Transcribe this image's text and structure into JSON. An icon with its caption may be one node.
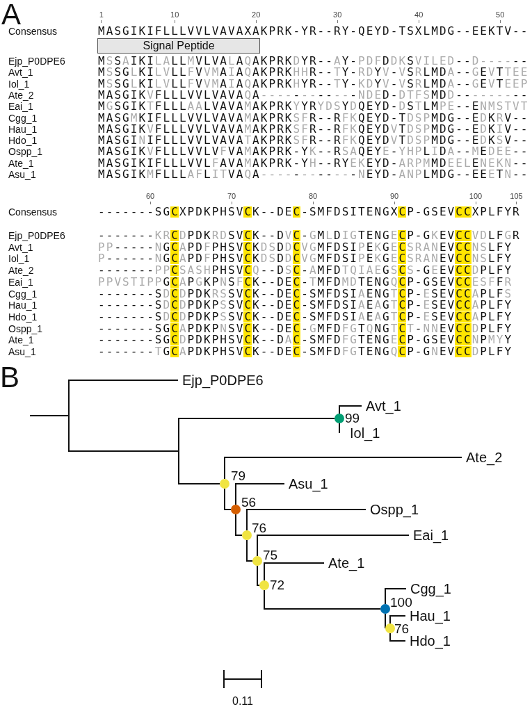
{
  "diagram": {
    "nodes": [
      {
        "text": [
          "Signal Peptide"
        ]
      },
      {
        "text": [
          "Ejp_P0DPE6"
        ]
      },
      {
        "text": [
          "Avt_1"
        ]
      },
      {
        "text": [],
        "shape": "circle",
        "beside": [
          "99"
        ]
      },
      {
        "text": [
          "Iol_1"
        ]
      },
      {
        "text": [
          "Ate_2"
        ]
      },
      {
        "text": [],
        "shape": "circle",
        "beside": [
          "79"
        ]
      },
      {
        "text": [
          "Asu_1"
        ]
      },
      {
        "text": [],
        "shape": "circle",
        "beside": [
          "56"
        ]
      },
      {
        "text": [
          "Ospp_1"
        ]
      },
      {
        "text": [],
        "shape": "circle",
        "beside": [
          "76"
        ]
      },
      {
        "text": [
          "Eai_1"
        ]
      },
      {
        "text": [],
        "shape": "circle",
        "beside": [
          "75"
        ]
      },
      {
        "text": [
          "Ate_1"
        ]
      },
      {
        "text": [],
        "shape": "circle",
        "beside": [
          "72"
        ]
      },
      {
        "text": [
          "Cgg_1"
        ]
      },
      {
        "text": [],
        "shape": "circle",
        "beside": [
          "100"
        ]
      },
      {
        "text": [
          "Hau_1"
        ]
      },
      {
        "text": [],
        "shape": "circle",
        "beside": [
          "76"
        ]
      },
      {
        "text": [
          "Hdo_1"
        ]
      }
    ],
    "edges": [
      {
        "from": null,
        "to": 1,
        "arrow": "none"
      },
      {
        "from": null,
        "to": 3,
        "arrow": "none"
      },
      {
        "from": null,
        "to": 6,
        "arrow": "none"
      },
      {
        "from": 3,
        "to": 2,
        "arrow": "none"
      },
      {
        "from": 3,
        "to": 4,
        "arrow": "none"
      },
      {
        "from": 6,
        "to": 5,
        "arrow": "none"
      },
      {
        "from": 6,
        "to": 8,
        "arrow": "none"
      },
      {
        "from": 8,
        "to": 7,
        "arrow": "none"
      },
      {
        "from": 8,
        "to": 10,
        "arrow": "none"
      },
      {
        "from": 10,
        "to": 9,
        "arrow": "none"
      },
      {
        "from": 10,
        "to": 12,
        "arrow": "none"
      },
      {
        "from": 12,
        "to": 11,
        "arrow": "none"
      },
      {
        "from": 12,
        "to": 14,
        "arrow": "none"
      },
      {
        "from": 14,
        "to": 13,
        "arrow": "none"
      },
      {
        "from": 14,
        "to": 16,
        "arrow": "none"
      },
      {
        "from": 16,
        "to": 15,
        "arrow": "none"
      },
      {
        "from": 16,
        "to": 18,
        "arrow": "none"
      },
      {
        "from": 18,
        "to": 17,
        "arrow": "none"
      },
      {
        "from": 18,
        "to": 19,
        "arrow": "none"
      }
    ],
    "labels": [
      "A",
      "1",
      "10",
      "20",
      "30",
      "40",
      "50",
      "Consensus",
      "MASGIKIFLLLVVLVAVAXAKPRK-YR--RY-QEYD-TSXLMDG--EEKTV--",
      "Ejp_P0DPE6",
      "MSSAIKILALLMVLVALAQAKPRKDYR--AY-PDFDDKSVILED--D------",
      "Avt_1",
      "MSSGLKILVLLFVVMAIAQAKPRKHHR--TY-RDYV-VSRLMDA--GEVTTEE",
      "Iol_1",
      "MSSGLKILVLLFVVMAIAQAKPRKHYR--TY-KDYV-VSRLMDA--GEVTEEP",
      "Ate_2",
      "MASGIKVFLLLVVLVAVAQA------------NDED-DTFSMDD---------",
      "Eai_1",
      "MGSGIKTFLLLAALVAVAMAKPRKYYRYDSYDQEYD-DSTLMPE--ENMSTVT",
      "Cgg_1",
      "MASGMKIFLLLVVLVAVAMAKPRKSFR--RFKQEYD-TDSPMDG--EDKRV--",
      "Hau_1",
      "MASGIKVFLLLVVLVAVAMAKPRKSFR--RFKQEYDVTDSPMDG--EDKIV--",
      "Hdo_1",
      "MASGINIFLLLVVLVAVATAKPRKSFR--RFKQEYDVTDSPMDG--EDKSV--",
      "Ospp_1",
      "MASGIKVFLLLVVLVFVAMAKPRK-YK--RSAQEYE-YHPLIDA--MEDEE--",
      "Ate_1",
      "MASGIKIFLLLVVLFAVAMAKPRK-YH--RYEKEYD-ARPMMDEELENEKN--",
      "Asu_1",
      "MASGIKMFLLLAFLITVAQA------------NEYD-ANPLMDG--EEETN--",
      "60",
      "70",
      "80",
      "90",
      "100",
      "105",
      "Consensus",
      "-------SGCXPDKPHSVCK--DEC-SMFDSITENGXCP-GSEVCCXPLFYR",
      "Ejp_P0DPE6",
      "-------KRCDPDKRDSVCK--DVC-GMLDIGTENGECP-GKEVCCVDLFGR",
      "Avt_1",
      "PP-----NGCAPDFPHSVCKDSDDCVGMFDSIPEKGECSRANEVCCNSLFY",
      "Iol_1",
      "P------NGCAPDFPHSVCKDSDDCVGMFDSIPEKGECSRANEVCCNSLFY",
      "Ate_2",
      "-------PPCSASHPHSVCQ--DSC-AMFDTQIAEGSCS-GEEVCCDPLFY",
      "Eai_1",
      "PPVSTIPPGCAPGKPNSFCK--DEC-TMFDMDTENGQCP-GSEVCCESFFR",
      "Cgg_1",
      "-------SDCDPDKRSSVCK--DEC-SMFDSIAENGTCP-ESEVCCAPLFS",
      "Hau_1",
      "-------SDCDPDKPSSVCK--DEC-SMFDSIAEAGTCP-ESEVCCAPLFY",
      "Hdo_1",
      "-------SDCDPDKPSSVCK--DEC-SMFDSIAEAGTCP-ESEVCCAPLFY",
      "Ospp_1",
      "-------SGCAPDKPNSVCK--DEC-GMFDFGTQNGTCT-NNEVCCDPLFY",
      "Ate_1",
      "-------SGCDPDKPHSVCK--DAC-SMFDFGTENGECP-GSEVCCNPMYY",
      "Asu_1",
      "-------TGCAPDKPHSVCK--DEC-SMFDFGTENGQCP-GNEVCCDPLFY",
      "B",
      "0.11"
    ]
  }
}
